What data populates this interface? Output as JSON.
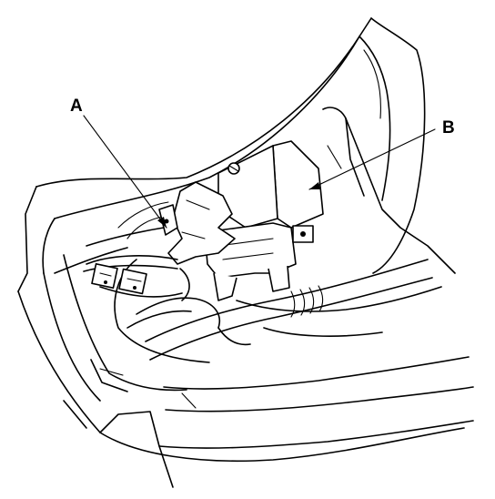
{
  "callouts": [
    {
      "id": "A",
      "label": "A"
    },
    {
      "id": "B",
      "label": "B"
    }
  ]
}
